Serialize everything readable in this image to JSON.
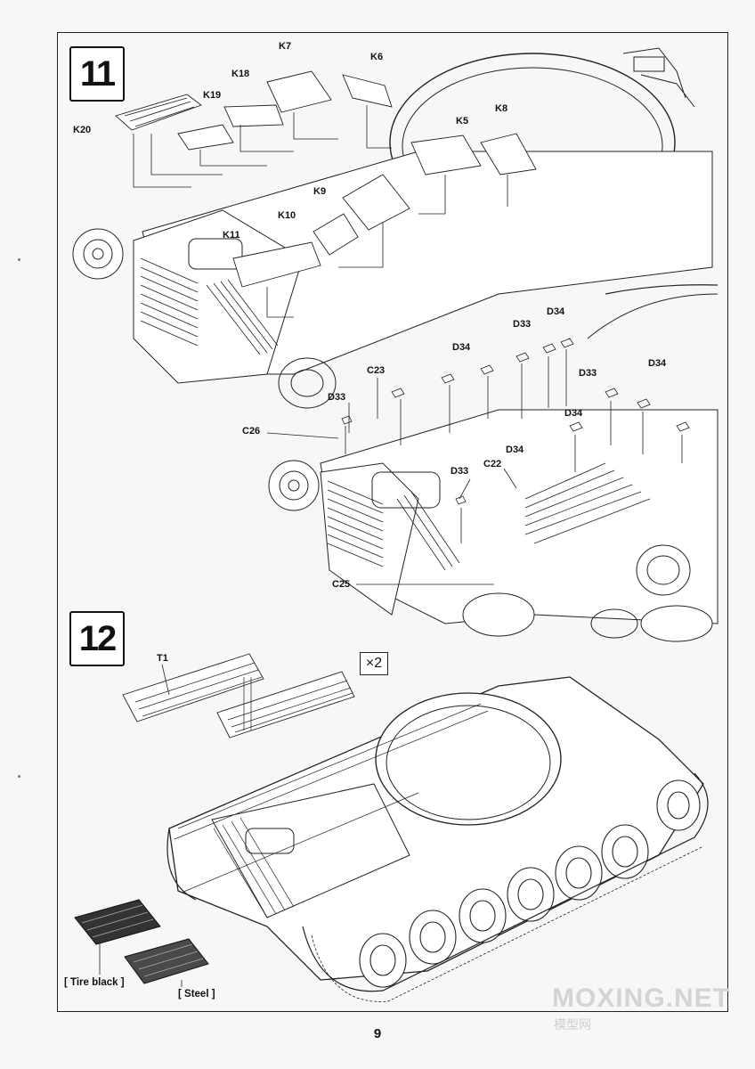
{
  "steps": [
    {
      "number": "11"
    },
    {
      "number": "12"
    }
  ],
  "step11_labels": {
    "k7": "K7",
    "k6": "K6",
    "k18": "K18",
    "k19": "K19",
    "k20": "K20",
    "k5": "K5",
    "k8": "K8",
    "k9": "K9",
    "k10": "K10",
    "k11": "K11",
    "d33a": "D33",
    "d34a": "D34",
    "d34b": "D34",
    "d33b": "D33",
    "d34c": "D34",
    "c23": "C23",
    "d33c": "D33",
    "c26": "C26",
    "d34d": "D34",
    "d34e": "D34",
    "d33d": "D33",
    "c22": "C22",
    "c25": "C25"
  },
  "step12_labels": {
    "t1": "T1",
    "multiplier": "×2",
    "tire_black": "[ Tire black ]",
    "steel": "[ Steel ]"
  },
  "page_number": "9",
  "watermark": {
    "text": "MOXING.NET",
    "sub": "模型网"
  }
}
